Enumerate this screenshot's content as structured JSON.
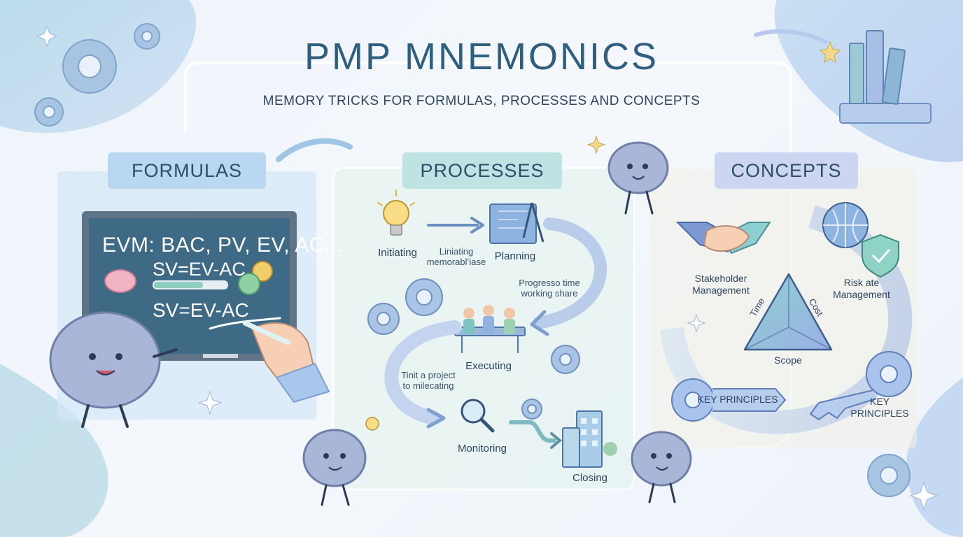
{
  "header": {
    "title": "PMP MNEMONICS",
    "subtitle": "MEMORY TRICKS FOR FORMULAS, PROCESSES AND CONCEPTS"
  },
  "formulas": {
    "heading": "FORMULAS",
    "board_line": "EVM: BAC, PV, EV, AC...",
    "formula_1": "SV=EV-AC",
    "formula_2": "SV=EV-AC"
  },
  "processes": {
    "heading": "PROCESSES",
    "steps": {
      "initiating": "Initiating",
      "planning": "Planning",
      "executing": "Executing",
      "monitoring": "Monitoring",
      "closing": "Closing"
    },
    "notes": {
      "note_1": [
        "Liniating",
        "memorablʼiase"
      ],
      "note_2": [
        "Progresso time",
        "working share"
      ],
      "note_3": [
        "Tinit a project",
        "to milecating"
      ]
    }
  },
  "concepts": {
    "heading": "CONCEPTS",
    "stakeholder": [
      "Stakeholder",
      "Management"
    ],
    "risk": [
      "Risk ate",
      "Management"
    ],
    "triangle": {
      "left": "Time",
      "right": "Cost",
      "bottom": "Scope"
    },
    "key_left": "KEY PRINCIPLES",
    "key_right": [
      "KEY",
      "PRINCIPLES"
    ]
  },
  "colors": {
    "title": "#2f5e80",
    "formulas_pill": "#b9d7f0",
    "processes_pill": "#bfe3e3",
    "concepts_pill": "#ccd6f0",
    "chalkboard": "#3e6a85"
  }
}
